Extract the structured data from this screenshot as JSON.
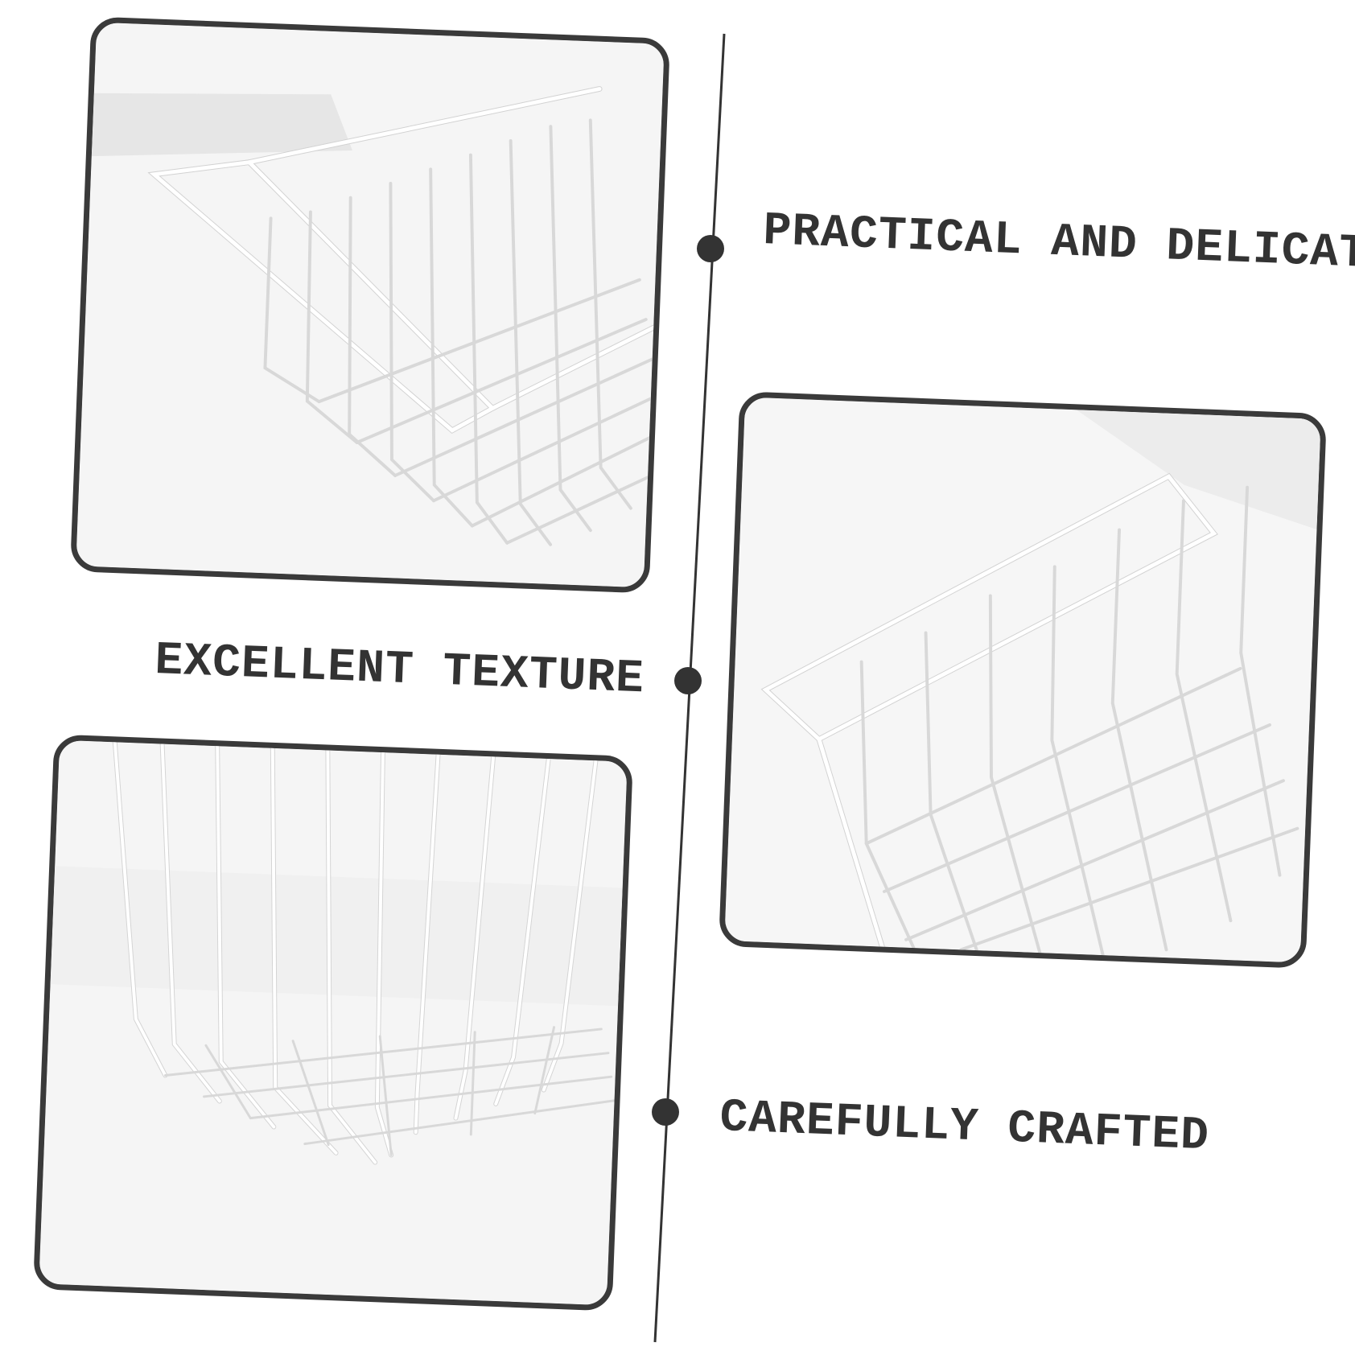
{
  "captions": {
    "practical": "PRACTICAL AND\nDELICATE",
    "texture": "EXCELLENT TEXTURE",
    "crafted": "CAREFULLY CRAFTED"
  },
  "photos": [
    "wire-basket-top-view",
    "wire-basket-side-view",
    "wire-basket-bottom-view"
  ],
  "colors": {
    "frame_border": "#3a3a3a",
    "text": "#333333",
    "photo_background": "#f4f4f4",
    "wire": "#ffffff",
    "wire_shadow": "#d2d2d2"
  }
}
